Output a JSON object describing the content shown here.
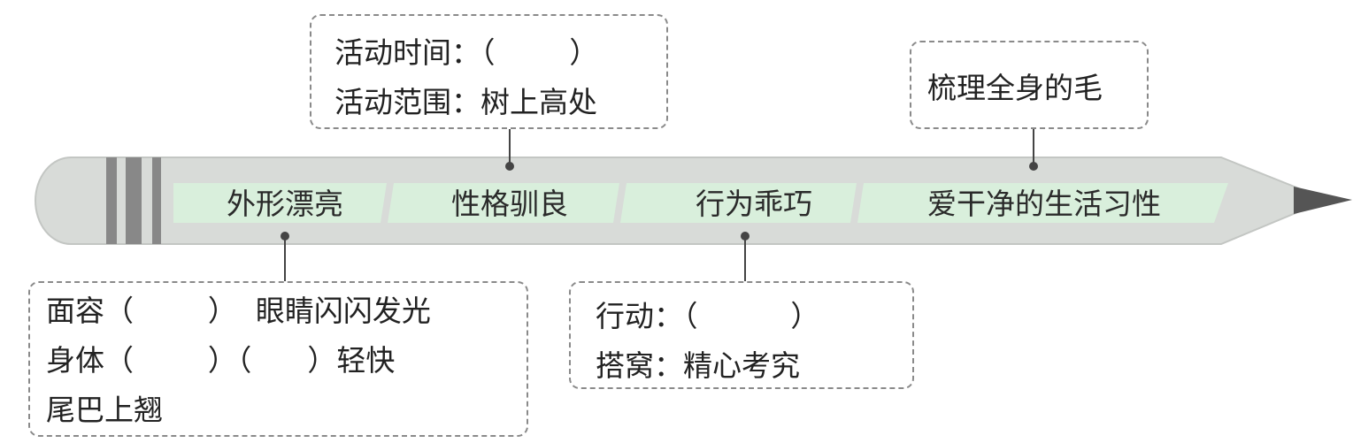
{
  "colors": {
    "pencil_body": "#d8dbd8",
    "band": "#d9efdc",
    "tip": "#555555",
    "stripe": "#888888",
    "dashed_border": "#8a8a8a",
    "dot": "#444444"
  },
  "segments": [
    {
      "label": "外形漂亮"
    },
    {
      "label": "性格驯良"
    },
    {
      "label": "行为乖巧"
    },
    {
      "label": "爱干净的生活习性"
    }
  ],
  "notes": {
    "appearance": {
      "lines": [
        "面容（        ）  眼睛闪闪发光",
        "身体（        ）（      ）轻快",
        "尾巴上翘"
      ]
    },
    "temperament": {
      "lines": [
        "活动时间：（        ）",
        "活动范围：树上高处"
      ]
    },
    "behavior": {
      "lines": [
        "行动：（          ）",
        "搭窝：精心考究"
      ]
    },
    "habits": {
      "lines": [
        "梳理全身的毛"
      ]
    }
  }
}
